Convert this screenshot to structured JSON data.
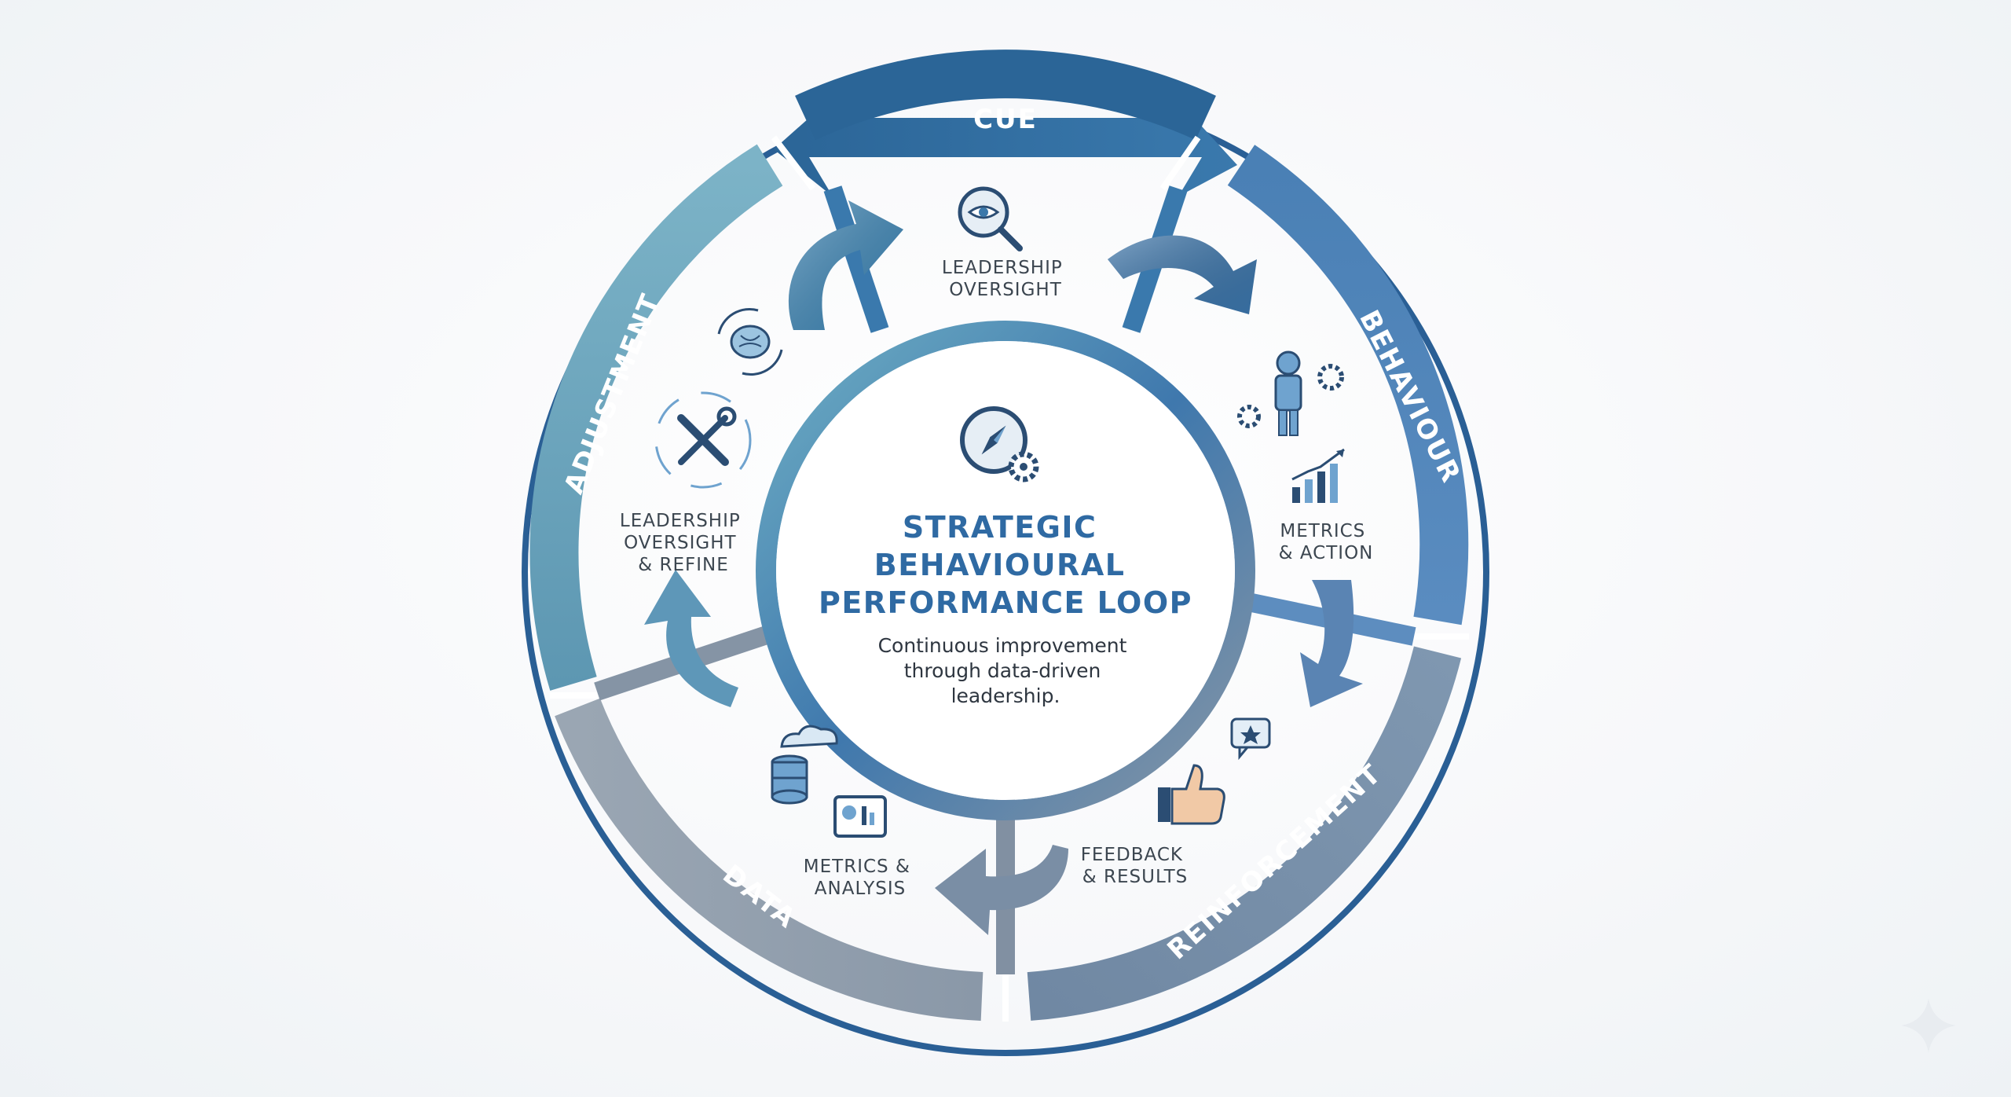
{
  "diagram": {
    "segments": {
      "cue": "CUE",
      "behaviour": "BEHAVIOUR",
      "reinforcement": "REINFORCEMENT",
      "data": "DATA",
      "adjustment": "ADJUSTMENT"
    },
    "steps": {
      "cue": [
        "LEADERSHIP",
        "OVERSIGHT"
      ],
      "behaviour": [
        "METRICS",
        "& ACTION"
      ],
      "reinforcement": [
        "FEEDBACK",
        "& RESULTS"
      ],
      "data": [
        "METRICS &",
        "ANALYSIS"
      ],
      "adjustment": [
        "LEADERSHIP",
        "OVERSIGHT",
        "& REFINE"
      ]
    },
    "center": {
      "title": [
        "STRATEGIC",
        "BEHAVIOURAL",
        "PERFORMANCE LOOP"
      ],
      "subtitle": [
        "Continuous improvement",
        "through data-driven",
        "leadership."
      ]
    },
    "colors": {
      "cue": "#2d6a9c",
      "behaviour": "#4f84b8",
      "reinforcement": "#7a93ae",
      "data": "#8797a8",
      "adjustment": "#6aa3bd",
      "outer_ring": "#2a5f95"
    }
  }
}
